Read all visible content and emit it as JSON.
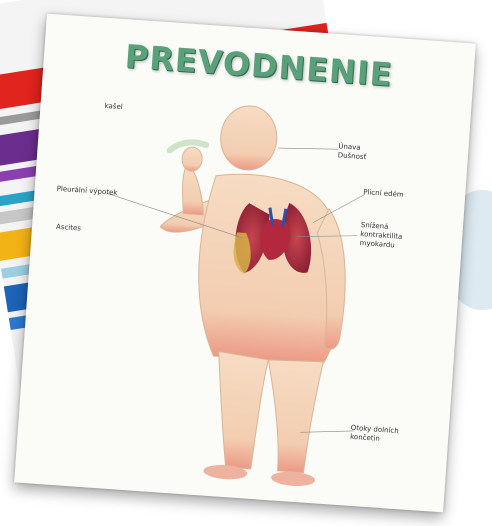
{
  "poster": {
    "title": "PREVODNENIE",
    "labels": {
      "kasel": "kašel",
      "unava": "Únava",
      "dusnost": "Dušnosť",
      "plicni_edem": "Plicní edém",
      "pleuralni": "Pleurální výpotek",
      "snizena_1": "Snížená",
      "snizena_2": "kontraktilita",
      "snizena_3": "myokardu",
      "ascites": "Ascites",
      "otoky_1": "Otoky dolních",
      "otoky_2": "končetin"
    }
  },
  "colors": {
    "title_green": "#5aa07b",
    "stripe_red": "#e0241e",
    "stripe_purple": "#6a2e8e",
    "stripe_yellow": "#f2b316",
    "stripe_blue": "#1d63b8"
  }
}
